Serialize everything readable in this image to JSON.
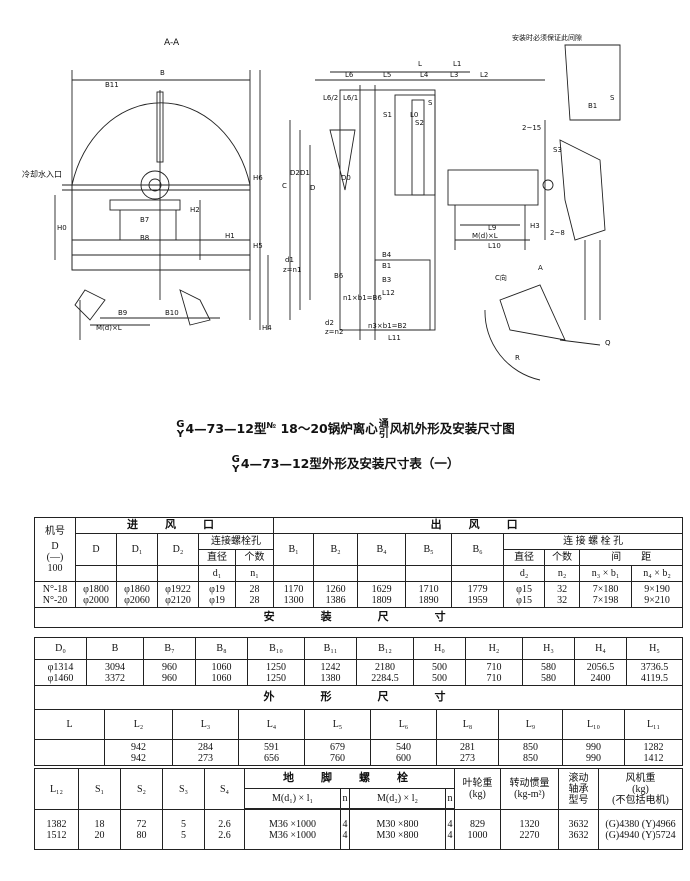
{
  "drawing": {
    "section_label": "A-A",
    "labels": {
      "B": "B",
      "B11": "B11",
      "H6": "H6",
      "H5": "H5",
      "H4": "H4",
      "H2": "H2",
      "H1": "H1",
      "H0": "H0",
      "B7": "B7",
      "B8": "B8",
      "B9": "B9",
      "B10": "B10",
      "Md1": "M(d)×L",
      "cooling": "冷却水入口",
      "L": "L",
      "L1": "L1",
      "L2": "L2",
      "L3": "L3",
      "L4": "L4",
      "L5": "L5",
      "L6": "L6",
      "L62": "L6/2",
      "L61": "L6/1",
      "S": "S",
      "S1": "S1",
      "S2": "S2",
      "S3": "S3",
      "L0": "L0",
      "D": "D",
      "D1": "D1",
      "D2": "D2",
      "D0": "D0",
      "C": "C",
      "d1": "d1",
      "zn1": "z=n1",
      "d2": "d2",
      "zn2": "z=n2",
      "B6": "B6",
      "n1B6": "n1×b1=B6",
      "B1": "B1",
      "B3": "B3",
      "B4": "B4",
      "L12": "L12",
      "L11": "L11",
      "n3b1": "n3×b1=B2",
      "L9": "L9",
      "L10": "L10",
      "H3": "H3",
      "Md2": "M(d)×L",
      "r215": "2~15",
      "r28": "2~8",
      "Cdir": "C向",
      "A": "A",
      "R": "R",
      "Q": "Q",
      "note": "安装时必须保证此间隙",
      "B1r": "B1",
      "Sr": "S"
    }
  },
  "caption1": {
    "pre": "4—73—12型",
    "top": "G",
    "bot": "Y",
    "no": "№",
    "mid": "18～20锅炉离心",
    "tong": "通",
    "yin": "引",
    "post": "风机外形及安装尺寸图"
  },
  "caption2": {
    "top": "G",
    "bot": "Y",
    "text": "4—73—12型外形及安装尺寸表（一）"
  },
  "table": {
    "jihao": "机号",
    "inlet": "进　风　口",
    "outlet": "出　风　口",
    "bolt_holes": "连接螺栓孔",
    "bolt_holes2": "连 接 螺 栓 孔",
    "dia": "直径",
    "count": "个数",
    "spacing": "间　　距",
    "dfrac": [
      "D",
      "100"
    ],
    "inlet_cols": [
      "D",
      "D₁",
      "D₂",
      "d₁",
      "n₁"
    ],
    "outlet_cols": [
      "B₁",
      "B₂",
      "B₄",
      "B₅",
      "B₆",
      "d₂",
      "n₂",
      "n₃ × b₁",
      "n₄ × b₂"
    ],
    "rows1": [
      [
        "N°-18",
        "φ1800",
        "φ1860",
        "φ1922",
        "φ19",
        "28",
        "1170",
        "1260",
        "1629",
        "1710",
        "1779",
        "φ15",
        "32",
        "7×180",
        "9×190"
      ],
      [
        "N°-20",
        "φ2000",
        "φ2060",
        "φ2120",
        "φ19",
        "28",
        "1300",
        "1386",
        "1809",
        "1890",
        "1959",
        "φ15",
        "32",
        "7×198",
        "9×210"
      ]
    ],
    "install": "安　　装　　尺　　寸",
    "install_cols": [
      "D₀",
      "B",
      "B₇",
      "B₈",
      "B₁₀",
      "B₁₁",
      "B₁₂",
      "H₀",
      "H₂",
      "H₃",
      "H₄",
      "H₅"
    ],
    "rows2": [
      [
        "φ1314",
        "3094",
        "960",
        "1060",
        "1250",
        "1242",
        "2180",
        "500",
        "710",
        "580",
        "2056.5",
        "3736.5"
      ],
      [
        "φ1460",
        "3372",
        "960",
        "1060",
        "1250",
        "1380",
        "2284.5",
        "500",
        "710",
        "580",
        "2400",
        "4119.5"
      ]
    ],
    "outline": "外　　形　　尺　　寸",
    "outline_cols": [
      "L",
      "L₂",
      "L₃",
      "L₄",
      "L₅",
      "L₆",
      "L₈",
      "L₉",
      "L₁₀",
      "L₁₁"
    ],
    "rows3": [
      [
        "",
        "942",
        "284",
        "591",
        "679",
        "540",
        "281",
        "850",
        "990",
        "1282"
      ],
      [
        "",
        "942",
        "273",
        "656",
        "760",
        "600",
        "273",
        "850",
        "990",
        "1412"
      ]
    ],
    "anchor": "地　脚　螺　栓",
    "impeller": "叶轮重",
    "impeller_unit": "(kg)",
    "inertia": "转动惯量",
    "inertia_unit": "(kg-m²)",
    "bearing": [
      "滚动",
      "轴承",
      "型号"
    ],
    "fanwt": [
      "风机重",
      "(kg)",
      "(不包括电机)"
    ],
    "c4": [
      "L₁₂",
      "S₁",
      "S₂",
      "S₃",
      "S₄",
      "M(d₁) × l₁",
      "n",
      "M(d₂) × l₂",
      "n"
    ],
    "rows4": [
      [
        "1382",
        "18",
        "72",
        "5",
        "2.6",
        "M36 ×1000",
        "4",
        "M30 ×800",
        "4",
        "829",
        "1320",
        "3632",
        "(G)4380 (Y)4966"
      ],
      [
        "1512",
        "20",
        "80",
        "5",
        "2.6",
        "M36 ×1000",
        "4",
        "M30 ×800",
        "4",
        "1000",
        "2270",
        "3632",
        "(G)4940 (Y)5724"
      ]
    ]
  }
}
